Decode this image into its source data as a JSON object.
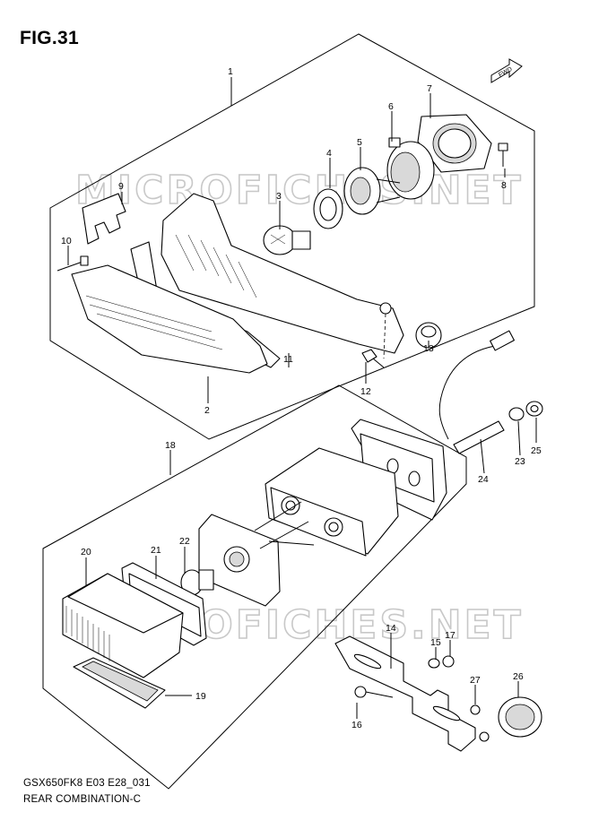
{
  "figure": {
    "title": "FIG.31",
    "code": "GSX650FK8 E03 E28_031",
    "name": "REAR COMBINATION-C",
    "watermark": "MICROFICHES.NET",
    "fwd_label": "FWD"
  },
  "callouts": [
    {
      "id": "c1",
      "label": "1"
    },
    {
      "id": "c2",
      "label": "2"
    },
    {
      "id": "c3",
      "label": "3"
    },
    {
      "id": "c4",
      "label": "4"
    },
    {
      "id": "c5",
      "label": "5"
    },
    {
      "id": "c6",
      "label": "6"
    },
    {
      "id": "c7",
      "label": "7"
    },
    {
      "id": "c8",
      "label": "8"
    },
    {
      "id": "c9",
      "label": "9"
    },
    {
      "id": "c10",
      "label": "10"
    },
    {
      "id": "c11",
      "label": "11"
    },
    {
      "id": "c12",
      "label": "12"
    },
    {
      "id": "c13",
      "label": "13"
    },
    {
      "id": "c14",
      "label": "14"
    },
    {
      "id": "c15",
      "label": "15"
    },
    {
      "id": "c16",
      "label": "16"
    },
    {
      "id": "c17",
      "label": "17"
    },
    {
      "id": "c18",
      "label": "18"
    },
    {
      "id": "c19",
      "label": "19"
    },
    {
      "id": "c20",
      "label": "20"
    },
    {
      "id": "c21",
      "label": "21"
    },
    {
      "id": "c22",
      "label": "22"
    },
    {
      "id": "c23",
      "label": "23"
    },
    {
      "id": "c24",
      "label": "24"
    },
    {
      "id": "c25",
      "label": "25"
    },
    {
      "id": "c26",
      "label": "26"
    },
    {
      "id": "c27",
      "label": "27"
    }
  ],
  "colors": {
    "line": "#000000",
    "watermark": "#c8c8c8",
    "background": "#ffffff"
  }
}
